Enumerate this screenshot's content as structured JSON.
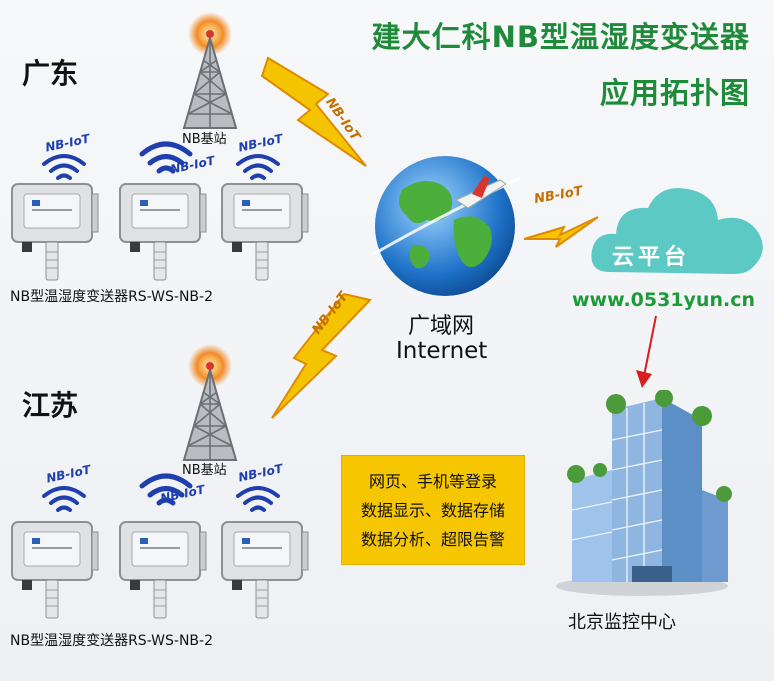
{
  "title": {
    "line1": "建大仁科NB型温湿度变送器",
    "line2": "应用拓扑图"
  },
  "regions": {
    "top": "广东",
    "bottom": "江苏"
  },
  "station_label": "NB基站",
  "device_label": "NB型温湿度变送器RS-WS-NB-2",
  "nb_iot_tag": "NB-IoT",
  "network": {
    "line1": "广域网",
    "line2": "Internet"
  },
  "cloud": {
    "label": "云平台",
    "url": "www.0531yun.cn"
  },
  "features": [
    "网页、手机等登录",
    "数据显示、数据存储",
    "数据分析、超限告警"
  ],
  "monitor_center": "北京监控中心",
  "colors": {
    "title_green": "#1f8a3a",
    "wifi_blue": "#1f3fae",
    "cloud": "#5cc9c4",
    "bolt": "#f5c400",
    "info_box": "#f6c700",
    "arrow_red": "#d81e1e"
  }
}
